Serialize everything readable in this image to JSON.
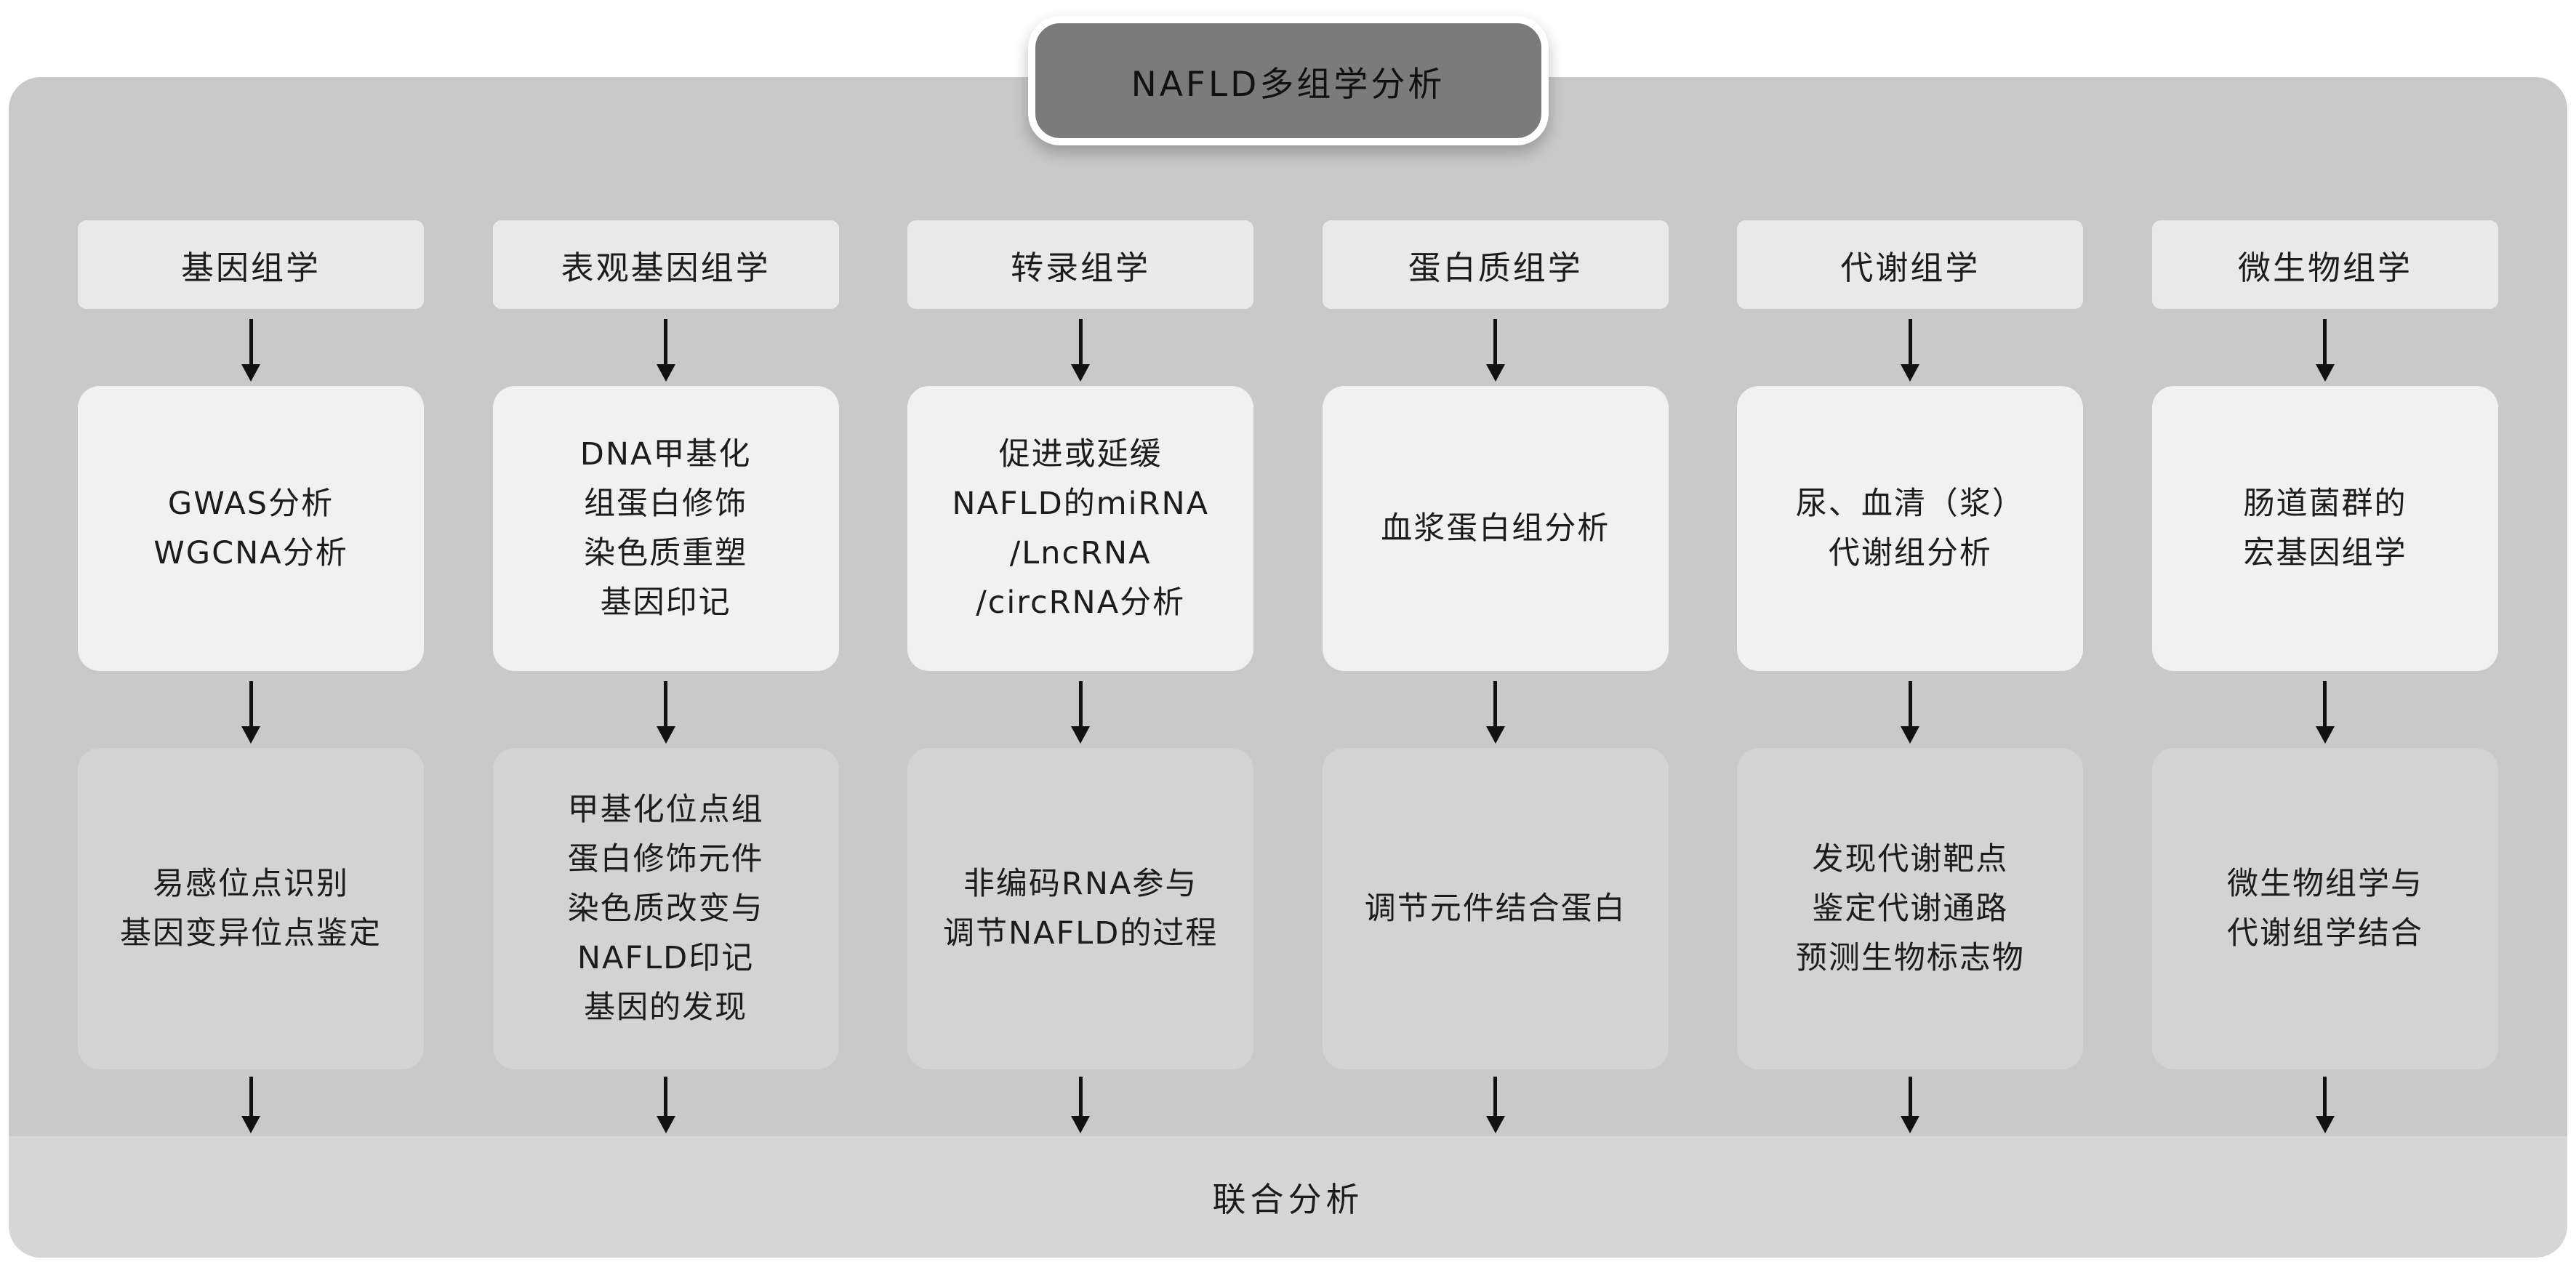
{
  "title": "NAFLD多组学分析",
  "footer": "联合分析",
  "colors": {
    "panel_bg": "#c9c9c9",
    "title_bg": "#7b7b7b",
    "header_bg": "#e9e9e9",
    "middle_bg": "#f1f1f1",
    "bottom_bg": "#d3d3d3",
    "footer_bg": "#d6d6d6",
    "arrow": "#111111"
  },
  "columns": [
    {
      "header": "基因组学",
      "middle": [
        "GWAS分析",
        "WGCNA分析"
      ],
      "bottom": [
        "易感位点识别",
        "基因变异位点鉴定"
      ]
    },
    {
      "header": "表观基因组学",
      "middle": [
        "DNA甲基化",
        "组蛋白修饰",
        "染色质重塑",
        "基因印记"
      ],
      "bottom": [
        "甲基化位点组",
        "蛋白修饰元件",
        "染色质改变与",
        "NAFLD印记",
        "基因的发现"
      ]
    },
    {
      "header": "转录组学",
      "middle": [
        "促进或延缓",
        "NAFLD的miRNA",
        "/LncRNA",
        "/circRNA分析"
      ],
      "bottom": [
        "非编码RNA参与",
        "调节NAFLD的过程"
      ]
    },
    {
      "header": "蛋白质组学",
      "middle": [
        "血浆蛋白组分析"
      ],
      "bottom": [
        "调节元件结合蛋白"
      ]
    },
    {
      "header": "代谢组学",
      "middle": [
        "尿、血清（浆）",
        "代谢组分析"
      ],
      "bottom": [
        "发现代谢靶点",
        "鉴定代谢通路",
        "预测生物标志物"
      ]
    },
    {
      "header": "微生物组学",
      "middle": [
        "肠道菌群的",
        "宏基因组学"
      ],
      "bottom": [
        "微生物组学与",
        "代谢组学结合"
      ]
    }
  ]
}
